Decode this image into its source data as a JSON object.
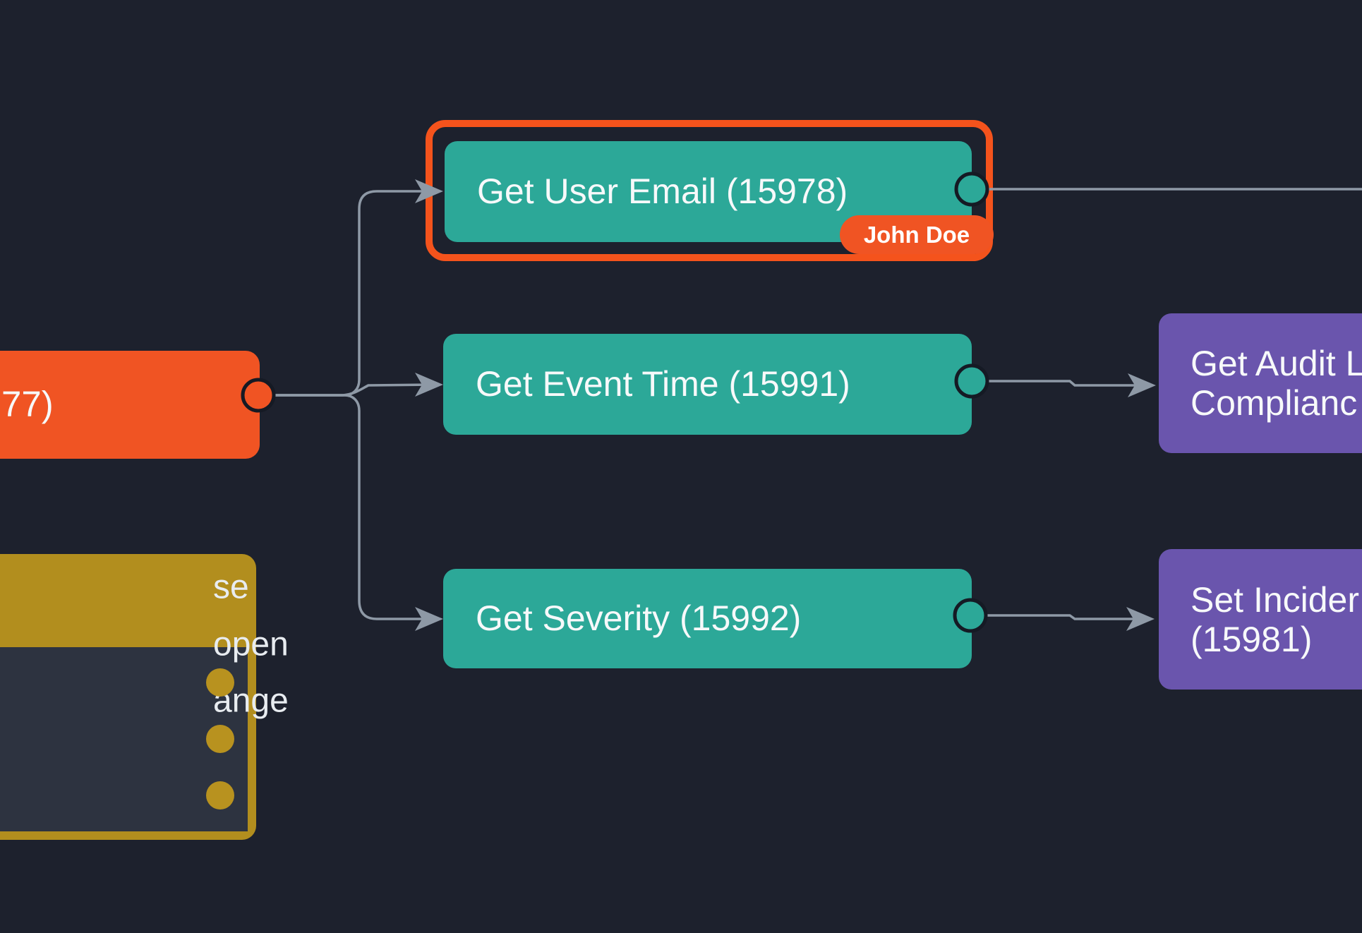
{
  "canvas": {
    "background": "#1d212d"
  },
  "palette": {
    "teal": "#2ca898",
    "orange": "#f05423",
    "selection_orange": "#f4531c",
    "purple": "#6a55ad",
    "yellow": "#b28e1e",
    "switch_body": "#2d3340",
    "edge_gray": "#8e99a6",
    "port_ring": "#151a24",
    "text": "#f7f9fa"
  },
  "nodes": {
    "trigger": {
      "label_visible": "77)"
    },
    "get_user_email": {
      "label": "Get User Email (15978)",
      "selected": true,
      "assignee_badge": "John Doe"
    },
    "get_event_time": {
      "label": "Get Event Time (15991)"
    },
    "get_severity": {
      "label": "Get Severity (15992)"
    },
    "get_audit_log": {
      "line1": "Get Audit L",
      "line2": "Complianc"
    },
    "set_incident": {
      "line1": "Set Incider",
      "line2": "(15981)"
    },
    "switch": {
      "branches": [
        {
          "label_visible": "se"
        },
        {
          "label_visible": "open"
        },
        {
          "label_visible": "ange"
        }
      ]
    }
  }
}
